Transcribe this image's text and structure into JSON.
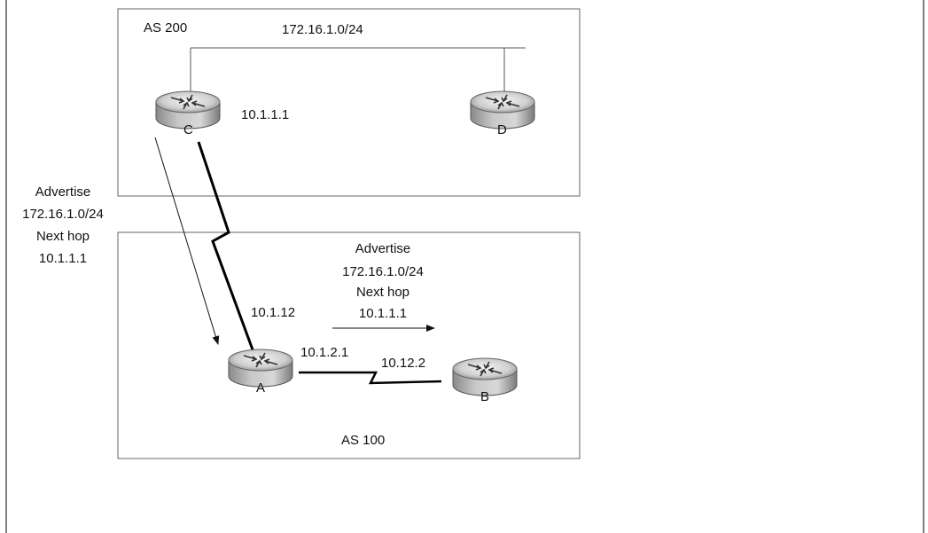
{
  "as200": {
    "label": "AS 200",
    "network": "172.16.1.0/24"
  },
  "as100": {
    "label": "AS 100"
  },
  "routers": {
    "c": "C",
    "d": "D",
    "a": "A",
    "b": "B"
  },
  "addresses": {
    "c_ip": "10.1.1.1",
    "a_ip_to_c": "10.1.12",
    "a_ip_to_b": "10.1.2.1",
    "b_ip": "10.12.2"
  },
  "ebgp_advertisement": [
    "Advertise",
    "172.16.1.0/24",
    "Next hop",
    "10.1.1.1"
  ],
  "ibgp_advertisement": [
    "Advertise",
    "172.16.1.0/24",
    "Next hop",
    "10.1.1.1"
  ]
}
